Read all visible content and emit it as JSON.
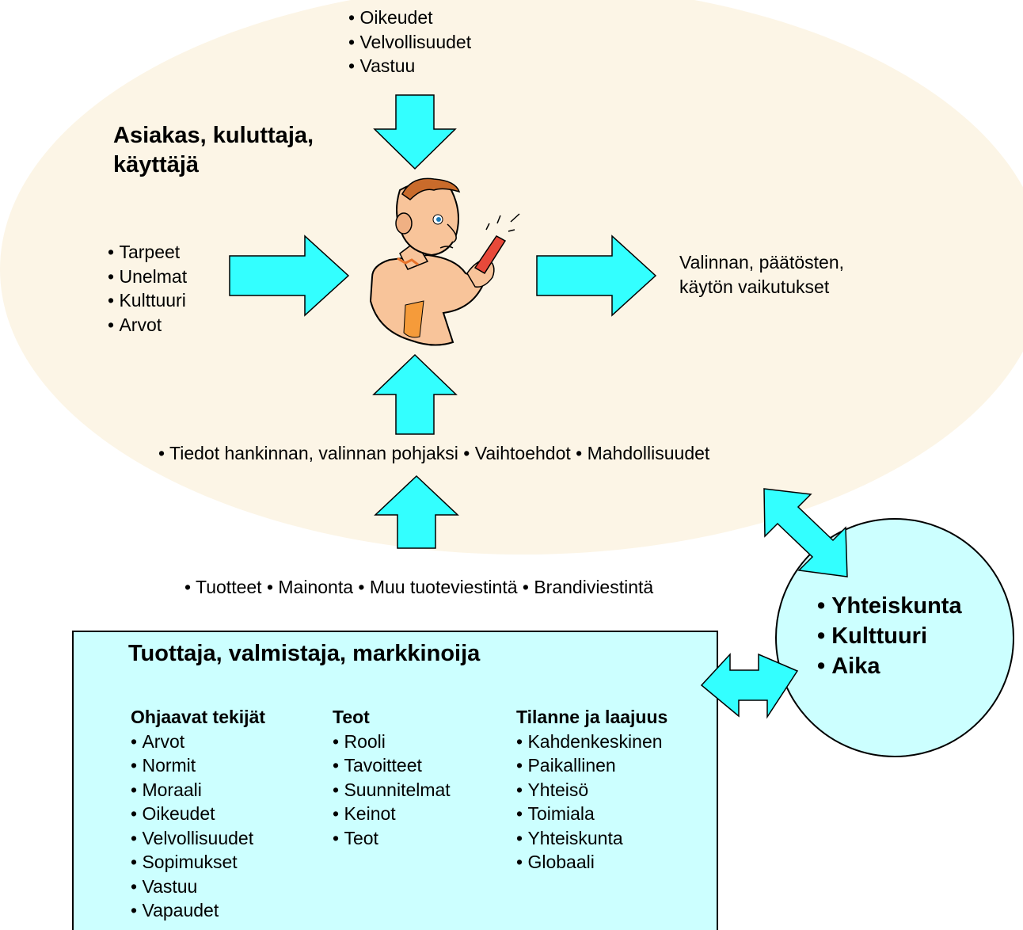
{
  "consumer": {
    "title_line1": "Asiakas, kuluttaja,",
    "title_line2": "käyttäjä",
    "top_items": [
      "Oikeudet",
      "Velvollisuudet",
      "Vastuu"
    ],
    "left_items": [
      "Tarpeet",
      "Unelmat",
      "Kulttuuri",
      "Arvot"
    ],
    "right_line1": "Valinnan, päätösten,",
    "right_line2": "käytön vaikutukset",
    "info_line": "• Tiedot hankinnan, valinnan pohjaksi • Vaihtoehdot • Mahdollisuudet",
    "fill_color": "#fcf5e6"
  },
  "producer_outputs": "• Tuotteet • Mainonta • Muu tuoteviestintä • Brandiviestintä",
  "producer": {
    "title": "Tuottaja, valmistaja, markkinoija",
    "fill_color": "#ccffff",
    "columns": [
      {
        "title": "Ohjaavat tekijät",
        "items": [
          "Arvot",
          "Normit",
          "Moraali",
          "Oikeudet",
          "Velvollisuudet",
          "Sopimukset",
          "Vastuu",
          "Vapaudet"
        ]
      },
      {
        "title": "Teot",
        "items": [
          "Rooli",
          "Tavoitteet",
          "Suunnitelmat",
          "Keinot",
          "Teot"
        ]
      },
      {
        "title": "Tilanne ja laajuus",
        "items": [
          "Kahdenkeskinen",
          "Paikallinen",
          "Yhteisö",
          "Toimiala",
          "Yhteiskunta",
          "Globaali"
        ]
      }
    ]
  },
  "society": {
    "items": [
      "Yhteiskunta",
      "Kulttuuri",
      "Aika"
    ],
    "fill_color": "#ccffff"
  },
  "arrow_color": "#33ffff",
  "figure_icon": "person-with-phone-icon"
}
